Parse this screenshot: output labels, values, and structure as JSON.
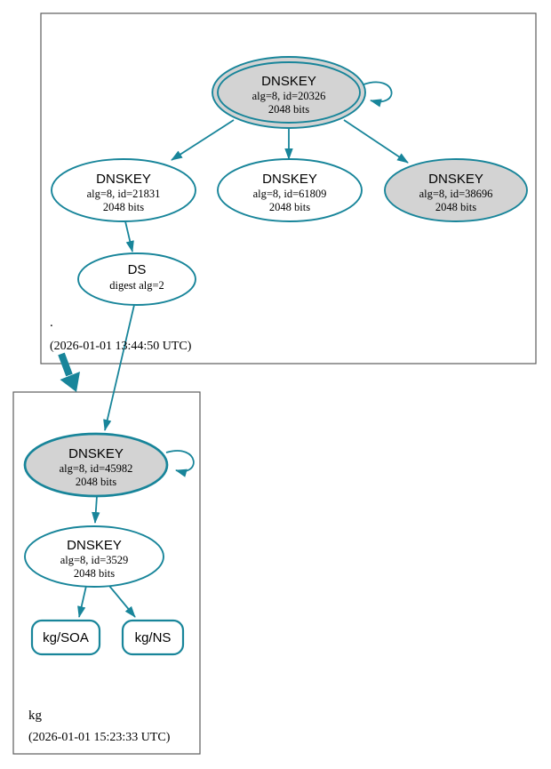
{
  "diagram_type": "DNSSEC authentication chain graph",
  "colors": {
    "accent_teal": "#18859a",
    "ksk_node_fill": "#d3d3d3",
    "zsk_node_fill": "#ffffff",
    "cluster_border": "#5c5c5c",
    "text": "#000000",
    "background": "#ffffff"
  },
  "zones": {
    "root": {
      "label": ".",
      "timestamp": "(2026-01-01 13:44:50 UTC)"
    },
    "kg": {
      "label": "kg",
      "timestamp": "(2026-01-01 15:23:33 UTC)"
    }
  },
  "nodes": {
    "dnskey_20326": {
      "title": "DNSKEY",
      "detail1": "alg=8, id=20326",
      "detail2": "2048 bits"
    },
    "dnskey_21831": {
      "title": "DNSKEY",
      "detail1": "alg=8, id=21831",
      "detail2": "2048 bits"
    },
    "dnskey_61809": {
      "title": "DNSKEY",
      "detail1": "alg=8, id=61809",
      "detail2": "2048 bits"
    },
    "dnskey_38696": {
      "title": "DNSKEY",
      "detail1": "alg=8, id=38696",
      "detail2": "2048 bits"
    },
    "ds_root": {
      "title": "DS",
      "detail1": "digest alg=2"
    },
    "dnskey_45982": {
      "title": "DNSKEY",
      "detail1": "alg=8, id=45982",
      "detail2": "2048 bits"
    },
    "dnskey_3529": {
      "title": "DNSKEY",
      "detail1": "alg=8, id=3529",
      "detail2": "2048 bits"
    },
    "rrset_soa": {
      "label": "kg/SOA"
    },
    "rrset_ns": {
      "label": "kg/NS"
    }
  }
}
